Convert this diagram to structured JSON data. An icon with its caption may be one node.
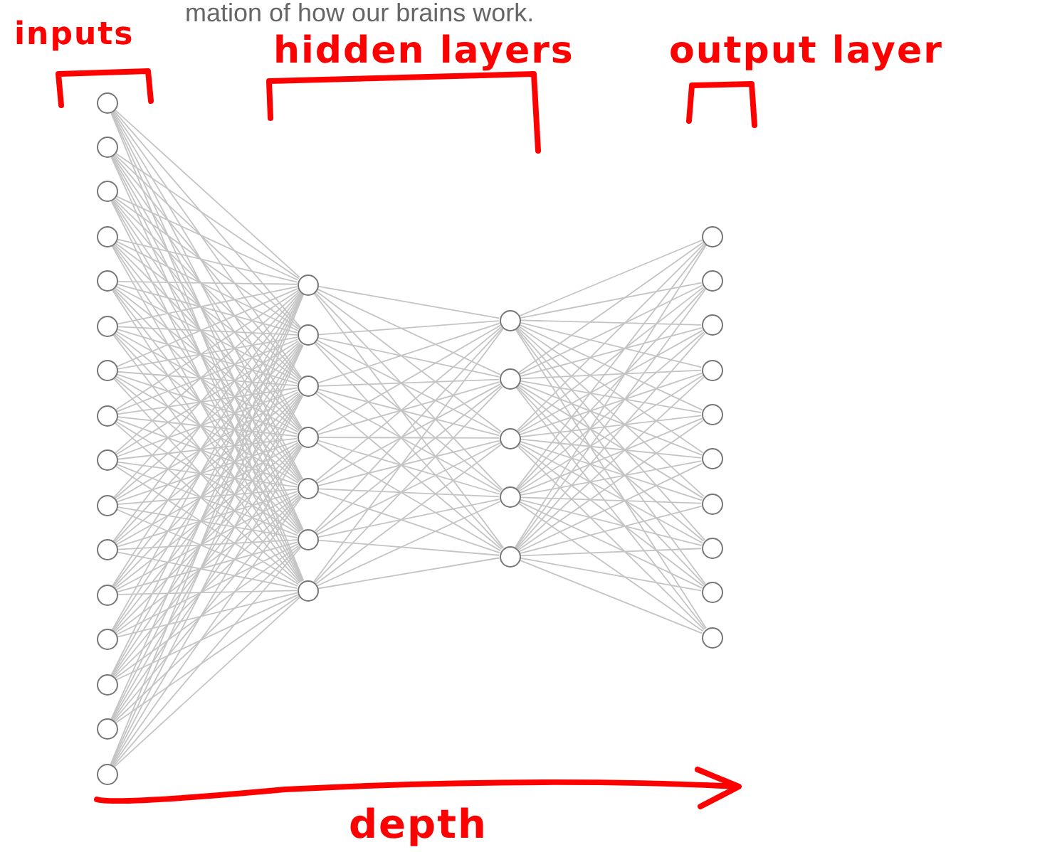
{
  "diagram": {
    "nodes": [
      {
        "text": [],
        "shape": "circle"
      },
      {
        "text": [],
        "shape": "circle"
      },
      {
        "text": [],
        "shape": "circle"
      },
      {
        "text": [],
        "shape": "circle"
      },
      {
        "text": [],
        "shape": "circle"
      },
      {
        "text": [],
        "shape": "circle"
      },
      {
        "text": [],
        "shape": "circle"
      },
      {
        "text": [],
        "shape": "circle"
      },
      {
        "text": [],
        "shape": "circle"
      },
      {
        "text": [],
        "shape": "circle"
      },
      {
        "text": [],
        "shape": "circle"
      },
      {
        "text": [],
        "shape": "circle"
      },
      {
        "text": [],
        "shape": "circle"
      },
      {
        "text": [],
        "shape": "circle"
      },
      {
        "text": [],
        "shape": "circle"
      },
      {
        "text": [],
        "shape": "circle"
      },
      {
        "text": [],
        "shape": "circle"
      },
      {
        "text": [],
        "shape": "circle"
      },
      {
        "text": [],
        "shape": "circle"
      },
      {
        "text": [],
        "shape": "circle"
      },
      {
        "text": [],
        "shape": "circle"
      },
      {
        "text": [],
        "shape": "circle"
      },
      {
        "text": [],
        "shape": "circle"
      },
      {
        "text": [],
        "shape": "circle"
      },
      {
        "text": [],
        "shape": "circle"
      },
      {
        "text": [],
        "shape": "circle"
      },
      {
        "text": [],
        "shape": "circle"
      },
      {
        "text": [],
        "shape": "circle"
      },
      {
        "text": [],
        "shape": "circle"
      },
      {
        "text": [],
        "shape": "circle"
      },
      {
        "text": [],
        "shape": "circle"
      },
      {
        "text": [],
        "shape": "circle"
      },
      {
        "text": [],
        "shape": "circle"
      },
      {
        "text": [],
        "shape": "circle"
      },
      {
        "text": [],
        "shape": "circle"
      },
      {
        "text": [],
        "shape": "circle"
      },
      {
        "text": [],
        "shape": "circle"
      },
      {
        "text": [],
        "shape": "circle"
      }
    ],
    "edges": [
      {
        "from": 0,
        "to": 16,
        "arrow": "none"
      },
      {
        "from": 0,
        "to": 17,
        "arrow": "none"
      },
      {
        "from": 0,
        "to": 18,
        "arrow": "none"
      },
      {
        "from": 0,
        "to": 19,
        "arrow": "none"
      },
      {
        "from": 0,
        "to": 20,
        "arrow": "none"
      },
      {
        "from": 0,
        "to": 21,
        "arrow": "none"
      },
      {
        "from": 0,
        "to": 22,
        "arrow": "none"
      },
      {
        "from": 1,
        "to": 16,
        "arrow": "none"
      },
      {
        "from": 1,
        "to": 17,
        "arrow": "none"
      },
      {
        "from": 1,
        "to": 18,
        "arrow": "none"
      },
      {
        "from": 1,
        "to": 19,
        "arrow": "none"
      },
      {
        "from": 1,
        "to": 20,
        "arrow": "none"
      },
      {
        "from": 1,
        "to": 21,
        "arrow": "none"
      },
      {
        "from": 1,
        "to": 22,
        "arrow": "none"
      },
      {
        "from": 2,
        "to": 16,
        "arrow": "none"
      },
      {
        "from": 2,
        "to": 17,
        "arrow": "none"
      },
      {
        "from": 2,
        "to": 18,
        "arrow": "none"
      },
      {
        "from": 2,
        "to": 19,
        "arrow": "none"
      },
      {
        "from": 2,
        "to": 20,
        "arrow": "none"
      },
      {
        "from": 2,
        "to": 21,
        "arrow": "none"
      },
      {
        "from": 2,
        "to": 22,
        "arrow": "none"
      },
      {
        "from": 3,
        "to": 16,
        "arrow": "none"
      },
      {
        "from": 3,
        "to": 17,
        "arrow": "none"
      },
      {
        "from": 3,
        "to": 18,
        "arrow": "none"
      },
      {
        "from": 3,
        "to": 19,
        "arrow": "none"
      },
      {
        "from": 3,
        "to": 20,
        "arrow": "none"
      },
      {
        "from": 3,
        "to": 21,
        "arrow": "none"
      },
      {
        "from": 3,
        "to": 22,
        "arrow": "none"
      },
      {
        "from": 4,
        "to": 16,
        "arrow": "none"
      },
      {
        "from": 4,
        "to": 17,
        "arrow": "none"
      },
      {
        "from": 4,
        "to": 18,
        "arrow": "none"
      },
      {
        "from": 4,
        "to": 19,
        "arrow": "none"
      },
      {
        "from": 4,
        "to": 20,
        "arrow": "none"
      },
      {
        "from": 4,
        "to": 21,
        "arrow": "none"
      },
      {
        "from": 4,
        "to": 22,
        "arrow": "none"
      },
      {
        "from": 5,
        "to": 16,
        "arrow": "none"
      },
      {
        "from": 5,
        "to": 17,
        "arrow": "none"
      },
      {
        "from": 5,
        "to": 18,
        "arrow": "none"
      },
      {
        "from": 5,
        "to": 19,
        "arrow": "none"
      },
      {
        "from": 5,
        "to": 20,
        "arrow": "none"
      },
      {
        "from": 5,
        "to": 21,
        "arrow": "none"
      },
      {
        "from": 5,
        "to": 22,
        "arrow": "none"
      },
      {
        "from": 6,
        "to": 16,
        "arrow": "none"
      },
      {
        "from": 6,
        "to": 17,
        "arrow": "none"
      },
      {
        "from": 6,
        "to": 18,
        "arrow": "none"
      },
      {
        "from": 6,
        "to": 19,
        "arrow": "none"
      },
      {
        "from": 6,
        "to": 20,
        "arrow": "none"
      },
      {
        "from": 6,
        "to": 21,
        "arrow": "none"
      },
      {
        "from": 6,
        "to": 22,
        "arrow": "none"
      },
      {
        "from": 7,
        "to": 16,
        "arrow": "none"
      },
      {
        "from": 7,
        "to": 17,
        "arrow": "none"
      },
      {
        "from": 7,
        "to": 18,
        "arrow": "none"
      },
      {
        "from": 7,
        "to": 19,
        "arrow": "none"
      },
      {
        "from": 7,
        "to": 20,
        "arrow": "none"
      },
      {
        "from": 7,
        "to": 21,
        "arrow": "none"
      },
      {
        "from": 7,
        "to": 22,
        "arrow": "none"
      },
      {
        "from": 8,
        "to": 16,
        "arrow": "none"
      },
      {
        "from": 8,
        "to": 17,
        "arrow": "none"
      },
      {
        "from": 8,
        "to": 18,
        "arrow": "none"
      },
      {
        "from": 8,
        "to": 19,
        "arrow": "none"
      },
      {
        "from": 8,
        "to": 20,
        "arrow": "none"
      },
      {
        "from": 8,
        "to": 21,
        "arrow": "none"
      },
      {
        "from": 8,
        "to": 22,
        "arrow": "none"
      },
      {
        "from": 9,
        "to": 16,
        "arrow": "none"
      },
      {
        "from": 9,
        "to": 17,
        "arrow": "none"
      },
      {
        "from": 9,
        "to": 18,
        "arrow": "none"
      },
      {
        "from": 9,
        "to": 19,
        "arrow": "none"
      },
      {
        "from": 9,
        "to": 20,
        "arrow": "none"
      },
      {
        "from": 9,
        "to": 21,
        "arrow": "none"
      },
      {
        "from": 9,
        "to": 22,
        "arrow": "none"
      },
      {
        "from": 10,
        "to": 16,
        "arrow": "none"
      },
      {
        "from": 10,
        "to": 17,
        "arrow": "none"
      },
      {
        "from": 10,
        "to": 18,
        "arrow": "none"
      },
      {
        "from": 10,
        "to": 19,
        "arrow": "none"
      },
      {
        "from": 10,
        "to": 20,
        "arrow": "none"
      },
      {
        "from": 10,
        "to": 21,
        "arrow": "none"
      },
      {
        "from": 10,
        "to": 22,
        "arrow": "none"
      },
      {
        "from": 11,
        "to": 16,
        "arrow": "none"
      },
      {
        "from": 11,
        "to": 17,
        "arrow": "none"
      },
      {
        "from": 11,
        "to": 18,
        "arrow": "none"
      },
      {
        "from": 11,
        "to": 19,
        "arrow": "none"
      },
      {
        "from": 11,
        "to": 20,
        "arrow": "none"
      },
      {
        "from": 11,
        "to": 21,
        "arrow": "none"
      },
      {
        "from": 11,
        "to": 22,
        "arrow": "none"
      },
      {
        "from": 12,
        "to": 16,
        "arrow": "none"
      },
      {
        "from": 12,
        "to": 17,
        "arrow": "none"
      },
      {
        "from": 12,
        "to": 18,
        "arrow": "none"
      },
      {
        "from": 12,
        "to": 19,
        "arrow": "none"
      },
      {
        "from": 12,
        "to": 20,
        "arrow": "none"
      },
      {
        "from": 12,
        "to": 21,
        "arrow": "none"
      },
      {
        "from": 12,
        "to": 22,
        "arrow": "none"
      },
      {
        "from": 13,
        "to": 16,
        "arrow": "none"
      },
      {
        "from": 13,
        "to": 17,
        "arrow": "none"
      },
      {
        "from": 13,
        "to": 18,
        "arrow": "none"
      },
      {
        "from": 13,
        "to": 19,
        "arrow": "none"
      },
      {
        "from": 13,
        "to": 20,
        "arrow": "none"
      },
      {
        "from": 13,
        "to": 21,
        "arrow": "none"
      },
      {
        "from": 13,
        "to": 22,
        "arrow": "none"
      },
      {
        "from": 14,
        "to": 16,
        "arrow": "none"
      },
      {
        "from": 14,
        "to": 17,
        "arrow": "none"
      },
      {
        "from": 14,
        "to": 18,
        "arrow": "none"
      },
      {
        "from": 14,
        "to": 19,
        "arrow": "none"
      },
      {
        "from": 14,
        "to": 20,
        "arrow": "none"
      },
      {
        "from": 14,
        "to": 21,
        "arrow": "none"
      },
      {
        "from": 14,
        "to": 22,
        "arrow": "none"
      },
      {
        "from": 15,
        "to": 16,
        "arrow": "none"
      },
      {
        "from": 15,
        "to": 17,
        "arrow": "none"
      },
      {
        "from": 15,
        "to": 18,
        "arrow": "none"
      },
      {
        "from": 15,
        "to": 19,
        "arrow": "none"
      },
      {
        "from": 15,
        "to": 20,
        "arrow": "none"
      },
      {
        "from": 15,
        "to": 21,
        "arrow": "none"
      },
      {
        "from": 15,
        "to": 22,
        "arrow": "none"
      },
      {
        "from": 16,
        "to": 23,
        "arrow": "none"
      },
      {
        "from": 16,
        "to": 24,
        "arrow": "none"
      },
      {
        "from": 16,
        "to": 25,
        "arrow": "none"
      },
      {
        "from": 16,
        "to": 26,
        "arrow": "none"
      },
      {
        "from": 16,
        "to": 27,
        "arrow": "none"
      },
      {
        "from": 17,
        "to": 23,
        "arrow": "none"
      },
      {
        "from": 17,
        "to": 24,
        "arrow": "none"
      },
      {
        "from": 17,
        "to": 25,
        "arrow": "none"
      },
      {
        "from": 17,
        "to": 26,
        "arrow": "none"
      },
      {
        "from": 17,
        "to": 27,
        "arrow": "none"
      },
      {
        "from": 18,
        "to": 23,
        "arrow": "none"
      },
      {
        "from": 18,
        "to": 24,
        "arrow": "none"
      },
      {
        "from": 18,
        "to": 25,
        "arrow": "none"
      },
      {
        "from": 18,
        "to": 26,
        "arrow": "none"
      },
      {
        "from": 18,
        "to": 27,
        "arrow": "none"
      },
      {
        "from": 19,
        "to": 23,
        "arrow": "none"
      },
      {
        "from": 19,
        "to": 24,
        "arrow": "none"
      },
      {
        "from": 19,
        "to": 25,
        "arrow": "none"
      },
      {
        "from": 19,
        "to": 26,
        "arrow": "none"
      },
      {
        "from": 19,
        "to": 27,
        "arrow": "none"
      },
      {
        "from": 20,
        "to": 23,
        "arrow": "none"
      },
      {
        "from": 20,
        "to": 24,
        "arrow": "none"
      },
      {
        "from": 20,
        "to": 25,
        "arrow": "none"
      },
      {
        "from": 20,
        "to": 26,
        "arrow": "none"
      },
      {
        "from": 20,
        "to": 27,
        "arrow": "none"
      },
      {
        "from": 21,
        "to": 23,
        "arrow": "none"
      },
      {
        "from": 21,
        "to": 24,
        "arrow": "none"
      },
      {
        "from": 21,
        "to": 25,
        "arrow": "none"
      },
      {
        "from": 21,
        "to": 26,
        "arrow": "none"
      },
      {
        "from": 21,
        "to": 27,
        "arrow": "none"
      },
      {
        "from": 22,
        "to": 23,
        "arrow": "none"
      },
      {
        "from": 22,
        "to": 24,
        "arrow": "none"
      },
      {
        "from": 22,
        "to": 25,
        "arrow": "none"
      },
      {
        "from": 22,
        "to": 26,
        "arrow": "none"
      },
      {
        "from": 22,
        "to": 27,
        "arrow": "none"
      },
      {
        "from": 23,
        "to": 28,
        "arrow": "none"
      },
      {
        "from": 23,
        "to": 29,
        "arrow": "none"
      },
      {
        "from": 23,
        "to": 30,
        "arrow": "none"
      },
      {
        "from": 23,
        "to": 31,
        "arrow": "none"
      },
      {
        "from": 23,
        "to": 32,
        "arrow": "none"
      },
      {
        "from": 23,
        "to": 33,
        "arrow": "none"
      },
      {
        "from": 23,
        "to": 34,
        "arrow": "none"
      },
      {
        "from": 23,
        "to": 35,
        "arrow": "none"
      },
      {
        "from": 23,
        "to": 36,
        "arrow": "none"
      },
      {
        "from": 23,
        "to": 37,
        "arrow": "none"
      },
      {
        "from": 24,
        "to": 28,
        "arrow": "none"
      },
      {
        "from": 24,
        "to": 29,
        "arrow": "none"
      },
      {
        "from": 24,
        "to": 30,
        "arrow": "none"
      },
      {
        "from": 24,
        "to": 31,
        "arrow": "none"
      },
      {
        "from": 24,
        "to": 32,
        "arrow": "none"
      },
      {
        "from": 24,
        "to": 33,
        "arrow": "none"
      },
      {
        "from": 24,
        "to": 34,
        "arrow": "none"
      },
      {
        "from": 24,
        "to": 35,
        "arrow": "none"
      },
      {
        "from": 24,
        "to": 36,
        "arrow": "none"
      },
      {
        "from": 24,
        "to": 37,
        "arrow": "none"
      },
      {
        "from": 25,
        "to": 28,
        "arrow": "none"
      },
      {
        "from": 25,
        "to": 29,
        "arrow": "none"
      },
      {
        "from": 25,
        "to": 30,
        "arrow": "none"
      },
      {
        "from": 25,
        "to": 31,
        "arrow": "none"
      },
      {
        "from": 25,
        "to": 32,
        "arrow": "none"
      },
      {
        "from": 25,
        "to": 33,
        "arrow": "none"
      },
      {
        "from": 25,
        "to": 34,
        "arrow": "none"
      },
      {
        "from": 25,
        "to": 35,
        "arrow": "none"
      },
      {
        "from": 25,
        "to": 36,
        "arrow": "none"
      },
      {
        "from": 25,
        "to": 37,
        "arrow": "none"
      },
      {
        "from": 26,
        "to": 28,
        "arrow": "none"
      },
      {
        "from": 26,
        "to": 29,
        "arrow": "none"
      },
      {
        "from": 26,
        "to": 30,
        "arrow": "none"
      },
      {
        "from": 26,
        "to": 31,
        "arrow": "none"
      },
      {
        "from": 26,
        "to": 32,
        "arrow": "none"
      },
      {
        "from": 26,
        "to": 33,
        "arrow": "none"
      },
      {
        "from": 26,
        "to": 34,
        "arrow": "none"
      },
      {
        "from": 26,
        "to": 35,
        "arrow": "none"
      },
      {
        "from": 26,
        "to": 36,
        "arrow": "none"
      },
      {
        "from": 26,
        "to": 37,
        "arrow": "none"
      },
      {
        "from": 27,
        "to": 28,
        "arrow": "none"
      },
      {
        "from": 27,
        "to": 29,
        "arrow": "none"
      },
      {
        "from": 27,
        "to": 30,
        "arrow": "none"
      },
      {
        "from": 27,
        "to": 31,
        "arrow": "none"
      },
      {
        "from": 27,
        "to": 32,
        "arrow": "none"
      },
      {
        "from": 27,
        "to": 33,
        "arrow": "none"
      },
      {
        "from": 27,
        "to": 34,
        "arrow": "none"
      },
      {
        "from": 27,
        "to": 35,
        "arrow": "none"
      },
      {
        "from": 27,
        "to": 36,
        "arrow": "none"
      },
      {
        "from": 27,
        "to": 37,
        "arrow": "none"
      }
    ],
    "labels": [
      "mation of how our brains work.",
      "inputs",
      "hidden layers",
      "output layer",
      "depth"
    ]
  }
}
